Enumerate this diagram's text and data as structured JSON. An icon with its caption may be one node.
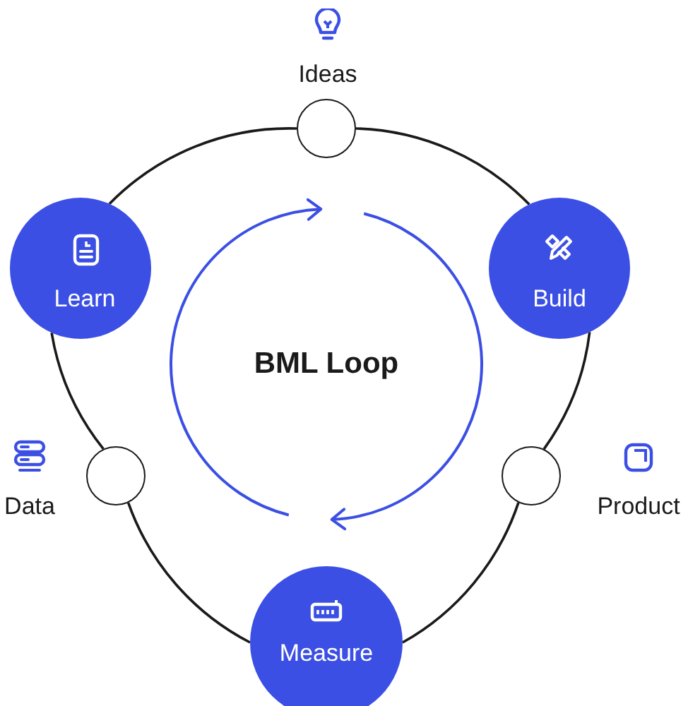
{
  "diagram": {
    "title": "BML Loop",
    "nodes": [
      {
        "text": [
          "Ideas"
        ]
      },
      {
        "text": [
          "Build"
        ]
      },
      {
        "text": [
          "Product"
        ]
      },
      {
        "text": [
          "Measure"
        ]
      },
      {
        "text": [
          "Data"
        ]
      },
      {
        "text": [
          "Learn"
        ]
      }
    ],
    "edges": [
      {
        "from": 0,
        "to": 1,
        "arrow": "none"
      },
      {
        "from": 1,
        "to": 2,
        "arrow": "none"
      },
      {
        "from": 2,
        "to": 3,
        "arrow": "none"
      },
      {
        "from": 3,
        "to": 4,
        "arrow": "none"
      },
      {
        "from": 4,
        "to": 5,
        "arrow": "none"
      },
      {
        "from": 5,
        "to": 0,
        "arrow": "none"
      }
    ]
  }
}
